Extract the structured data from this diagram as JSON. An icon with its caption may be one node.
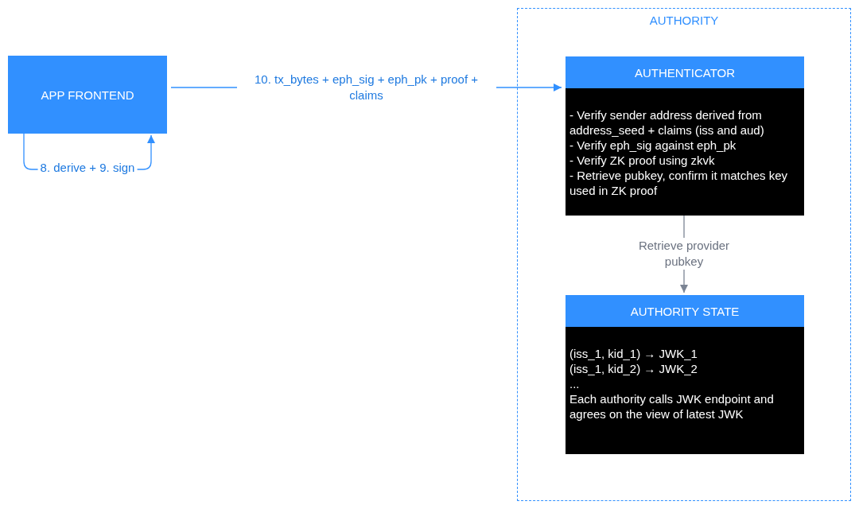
{
  "diagram": {
    "nodes": [
      {
        "text": [
          "AUTHORITY"
        ]
      },
      {
        "text": [
          "APP FRONTEND"
        ]
      },
      {
        "text": [
          "AUTHENTICATOR",
          "- Verify sender address derived from address_seed + claims (iss and aud)",
          "- Verify eph_sig against eph_pk",
          "- Verify ZK proof using zkvk",
          "- Retrieve pubkey, confirm it matches key used in ZK proof"
        ],
        "in": 0
      },
      {
        "text": [
          "AUTHORITY STATE",
          "(iss_1, kid_1) → JWK_1",
          "(iss_1, kid_2) → JWK_2",
          "...",
          "Each authority calls JWK endpoint and agrees on the view of latest JWK"
        ],
        "in": 0
      }
    ],
    "edges": [
      {
        "from": 1,
        "to": 1,
        "arrow": "to",
        "label": "8. derive + 9. sign"
      },
      {
        "from": 1,
        "to": 2,
        "arrow": "to",
        "label": "10. tx_bytes + eph_sig + eph_pk + proof + claims"
      },
      {
        "from": 2,
        "to": 3,
        "arrow": "to",
        "label": "Retrieve provider pubkey",
        "color": "#7b8494"
      }
    ]
  }
}
